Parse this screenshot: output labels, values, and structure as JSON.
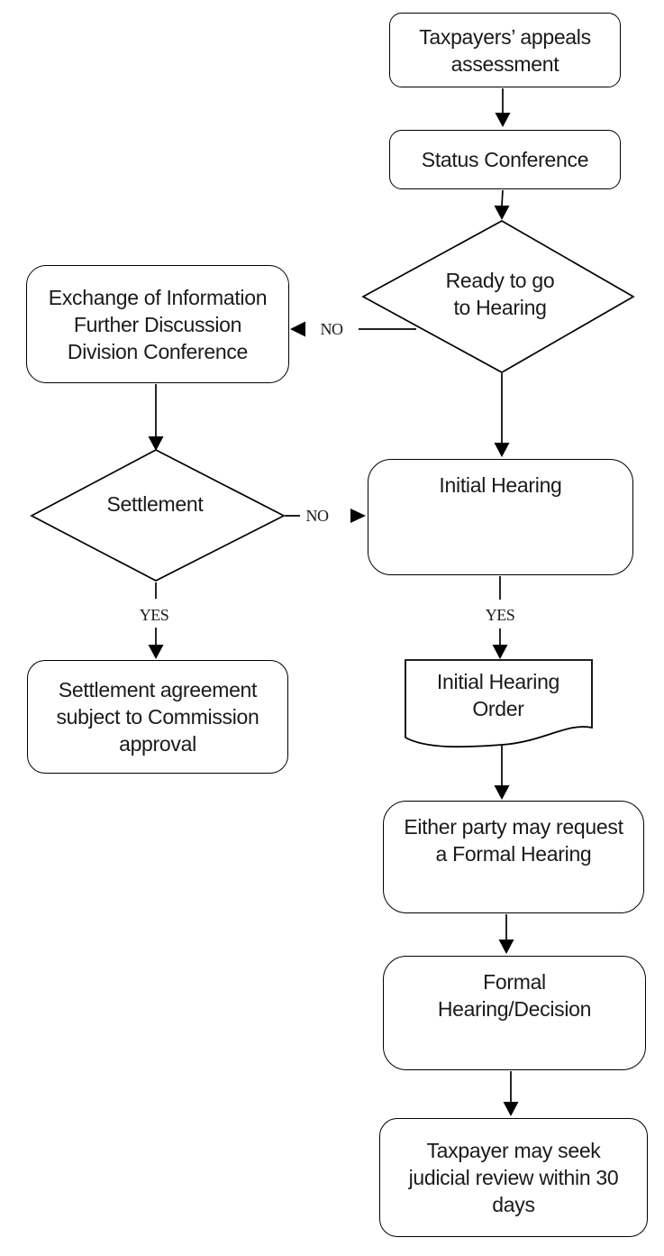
{
  "nodes": {
    "taxpayers_appeals": "Taxpayers’ appeals\nassessment",
    "status_conference": "Status Conference",
    "ready_to_go": "Ready to go\nto Hearing",
    "exchange_info": "Exchange of Information\nFurther Discussion\nDivision Conference",
    "settlement": "Settlement",
    "settlement_agreement": "Settlement agreement\nsubject to Commission\napproval",
    "initial_hearing": "Initial Hearing",
    "initial_hearing_order": "Initial Hearing\nOrder",
    "either_party": "Either party may request\na Formal Hearing",
    "formal_hearing": "Formal\nHearing/Decision",
    "judicial_review": "Taxpayer may seek\njudicial review within 30\ndays"
  },
  "edge_labels": {
    "ready_no": "NO",
    "settlement_no": "NO",
    "settlement_yes": "YES",
    "initial_hearing_yes": "YES"
  },
  "colors": {
    "stroke": "#000000",
    "fill": "#ffffff",
    "text": "#1a1a1a"
  }
}
